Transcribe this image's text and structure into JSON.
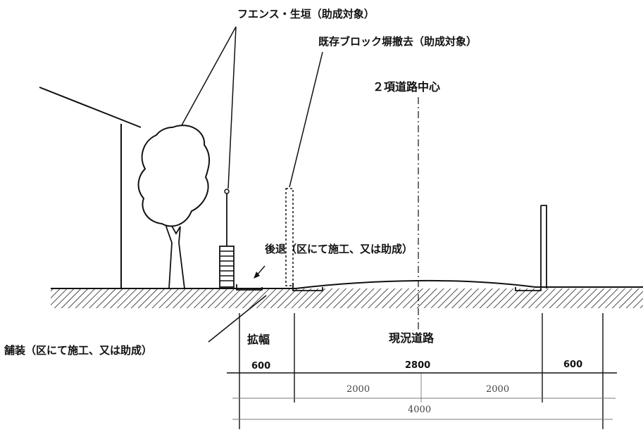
{
  "labels": {
    "fence_hedge": "フエンス・生垣（助成対象）",
    "block_removal": "既存ブロック塀撤去（助成対象）",
    "road_center": "２項道路中心",
    "setback": "後退（区にて施工、又は助成）",
    "paving": "舗装（区にて施工、又は助成）",
    "widening": "拡幅",
    "current_road": "現況道路"
  },
  "dimensions": {
    "widening_width": "600",
    "current_road_width": "2800",
    "right_width": "600",
    "left_half": "2000",
    "right_half": "2000",
    "total": "4000"
  }
}
